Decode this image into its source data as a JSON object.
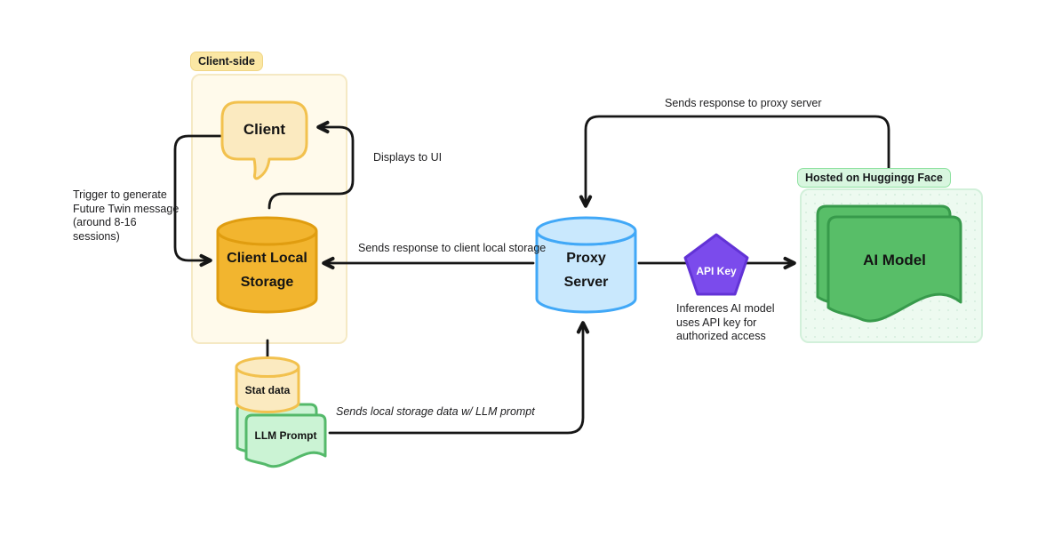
{
  "title": "Future Twin client / proxy / AI model architecture diagram",
  "colors": {
    "background": "#ffffff",
    "arrow": "#161616",
    "text": "#1d1d1f",
    "yellow_fill": "#fbeac0",
    "yellow_stroke": "#f2c14e",
    "orange_fill": "#f2b52f",
    "orange_stroke": "#e09d10",
    "cream_box_fill": "#fffaeb",
    "cream_box_stroke": "#f5e9c4",
    "yellow_badge_fill": "#fbe7a4",
    "blue_fill": "#c9e8fd",
    "blue_stroke": "#41a8f7",
    "purple_fill": "#7b4bec",
    "purple_stroke": "#6233d6",
    "green_fill": "#58be68",
    "green_stroke": "#379a4b",
    "lightgreen_fill": "#cbf3d4",
    "lightgreen_stroke": "#54b96a",
    "green_box_fill": "#edfaf0",
    "green_badge_fill": "#d8f6df"
  },
  "groups": {
    "client_side": {
      "label": "Client-side"
    },
    "hugging_face": {
      "label": "Hosted on Huggingg Face"
    }
  },
  "nodes": {
    "client": {
      "label": "Client",
      "shape": "speech-bubble-icon"
    },
    "client_local_storage": {
      "lines": [
        "Client Local",
        "Storage"
      ],
      "shape": "cylinder-icon"
    },
    "stat_data": {
      "label": "Stat data",
      "shape": "cylinder-icon"
    },
    "llm_prompt": {
      "label": "LLM Prompt",
      "shape": "document-stack-icon"
    },
    "proxy_server": {
      "lines": [
        "Proxy",
        "Server"
      ],
      "shape": "cylinder-icon"
    },
    "api_key": {
      "label": "API Key",
      "shape": "pentagon-icon"
    },
    "ai_model": {
      "label": "AI Model",
      "shape": "document-stack-icon"
    }
  },
  "edge_labels": {
    "trigger": {
      "lines": [
        "Trigger to generate",
        "Future Twin message",
        "(around 8-16",
        "sessions)"
      ]
    },
    "displays_to_ui": {
      "text": "Displays to UI"
    },
    "sends_response_client": {
      "text": "Sends response to client local storage"
    },
    "sends_response_proxy": {
      "text": "Sends response to proxy server"
    },
    "sends_local_storage": {
      "text": "Sends local storage data w/ LLM prompt"
    },
    "inference": {
      "lines": [
        "Inferences AI model",
        "uses API key for",
        "authorized access"
      ]
    }
  }
}
